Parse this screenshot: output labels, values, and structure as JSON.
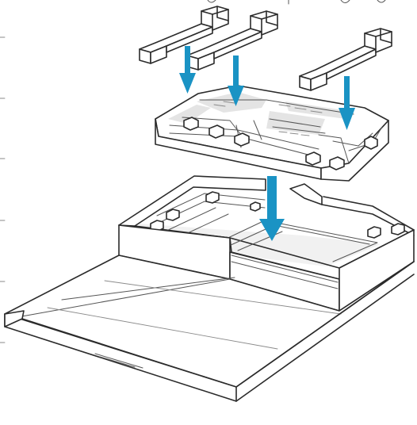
{
  "figure": {
    "subject": "tray-assembly-installation",
    "colors": {
      "line": "#2b2b2b",
      "arrow": "#1a93c4",
      "background": "#ffffff",
      "panel_shade": "#f1f1f1"
    },
    "arrows": {
      "count": 4,
      "direction": "down"
    },
    "brackets": {
      "count": 3
    }
  }
}
